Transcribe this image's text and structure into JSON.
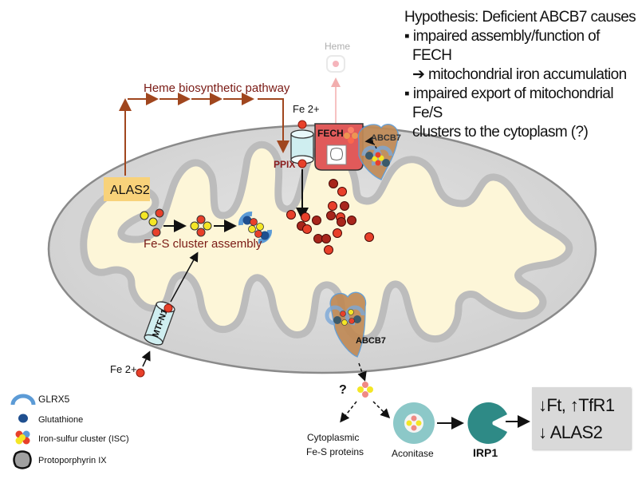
{
  "hypothesis": {
    "title": "Hypothesis: Deficient ABCB7 causes",
    "bullets": [
      {
        "marker": "▪",
        "text": "impaired assembly/function of FECH",
        "sub_marker": "➔",
        "sub_text": "mitochondrial iron accumulation"
      },
      {
        "marker": "▪",
        "text": "impaired export of mitochondrial Fe/S",
        "cont": "clusters to the cytoplasm (?)"
      }
    ]
  },
  "labels": {
    "heme": "Heme",
    "heme_pathway": "Heme biosynthetic pathway",
    "fe_top": "Fe 2+",
    "fe_bottom": "Fe 2+",
    "ppix": "PPIX",
    "fech": "FECH",
    "abcb7_top": "ABCB7",
    "abcb7_bottom": "ABCB7",
    "alas2": "ALAS2",
    "fes_assembly": "Fe-S cluster assembly",
    "mtfn1": "MTFN1",
    "question": "?",
    "cyto_line1": "Cytoplasmic",
    "cyto_line2": "Fe-S proteins",
    "aconitase": "Aconitase",
    "irp1": "IRP1"
  },
  "outcome": {
    "line1_a_arrow": "↓",
    "line1_a": "Ft,",
    "line1_b_arrow": "↑",
    "line1_b": "TfR1",
    "line2_arrow": "↓",
    "line2": "ALAS2"
  },
  "legend": [
    {
      "icon": "glrx5-arc-icon",
      "label": "GLRX5"
    },
    {
      "icon": "glutathione-dot-icon",
      "label": "Glutathione"
    },
    {
      "icon": "iron-sulfur-cluster-icon",
      "label": "Iron-sulfur cluster (ISC)"
    },
    {
      "icon": "protoporphyrin-icon",
      "label": "Protoporphyrin IX"
    }
  ],
  "colors": {
    "pathway": "#a0461e",
    "pathway_text": "#7a1a14",
    "iron": "#e8402a",
    "iron_dark": "#a8261c",
    "sulfur": "#f4e626",
    "membrane": "#d6d6d6",
    "matrix": "#fdf6d8",
    "fech": "#e05a5a",
    "abcb7": "#c08a56",
    "glrx5": "#5c9bd6",
    "glutathione": "#1f4f8f",
    "aconitase": "#8cc8c8",
    "irp1": "#2e8a86",
    "alas2_box": "#f8d27a"
  }
}
